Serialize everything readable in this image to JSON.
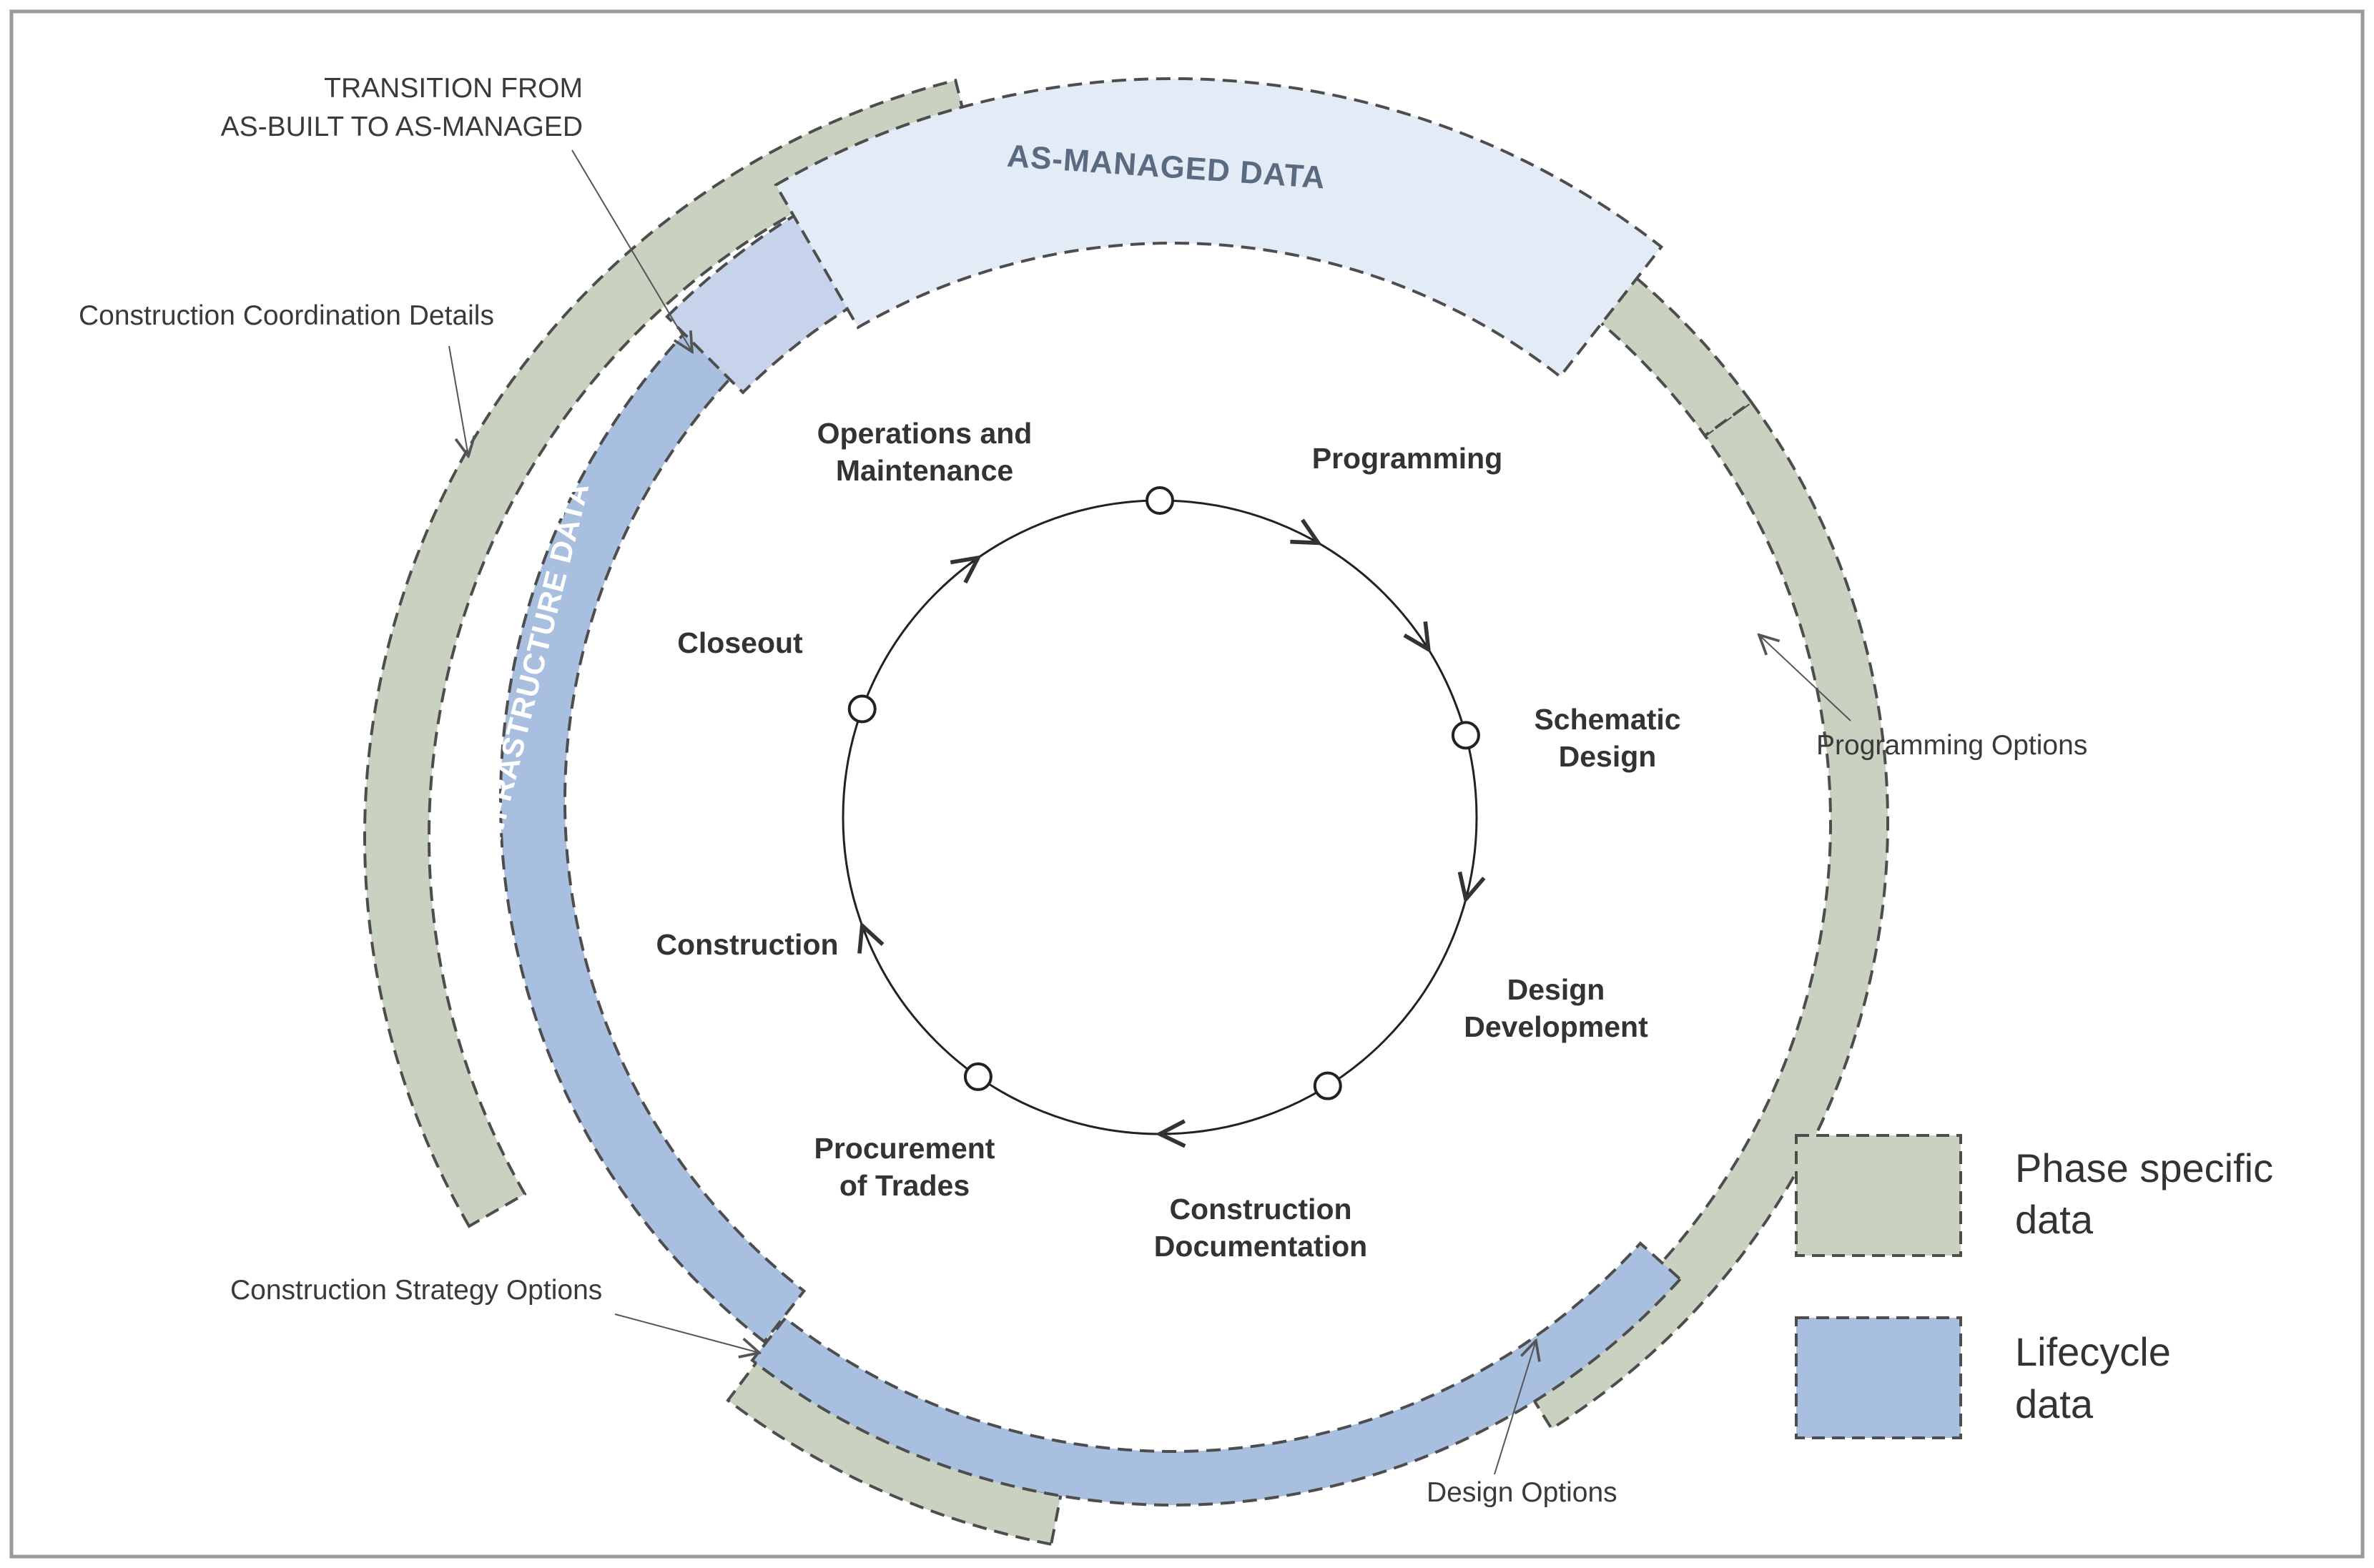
{
  "colors": {
    "phase_specific": "#c9d1c1",
    "lifecycle": "#a9bfdf",
    "transition": "#c6d3ea",
    "as_managed": "#e3ebf6",
    "stroke": "#4d4d4d"
  },
  "bands": {
    "as_managed": "AS-MANAGED DATA",
    "infrastructure": "INFRASTRUCTURE DATA"
  },
  "callouts": {
    "transition": [
      "TRANSITION FROM",
      "AS-BUILT TO AS-MANAGED"
    ],
    "construction_coordination": "Construction Coordination Details",
    "programming_options": "Programming Options",
    "construction_strategy": "Construction Strategy Options",
    "design_options": "Design Options"
  },
  "phases": [
    {
      "id": "operations",
      "lines": [
        "Operations and",
        "Maintenance"
      ]
    },
    {
      "id": "programming",
      "lines": [
        "Programming"
      ]
    },
    {
      "id": "schematic",
      "lines": [
        "Schematic",
        "Design"
      ]
    },
    {
      "id": "design-development",
      "lines": [
        "Design",
        "Development"
      ]
    },
    {
      "id": "construction-documentation",
      "lines": [
        "Construction",
        "Documentation"
      ]
    },
    {
      "id": "procurement",
      "lines": [
        "Procurement",
        "of Trades"
      ]
    },
    {
      "id": "construction",
      "lines": [
        "Construction"
      ]
    },
    {
      "id": "closeout",
      "lines": [
        "Closeout"
      ]
    }
  ],
  "legend": [
    {
      "id": "phase-specific",
      "lines": [
        "Phase specific",
        "data"
      ],
      "color": "#c9d1c1"
    },
    {
      "id": "lifecycle",
      "lines": [
        "Lifecycle",
        "data"
      ],
      "color": "#a9bfdf"
    }
  ]
}
